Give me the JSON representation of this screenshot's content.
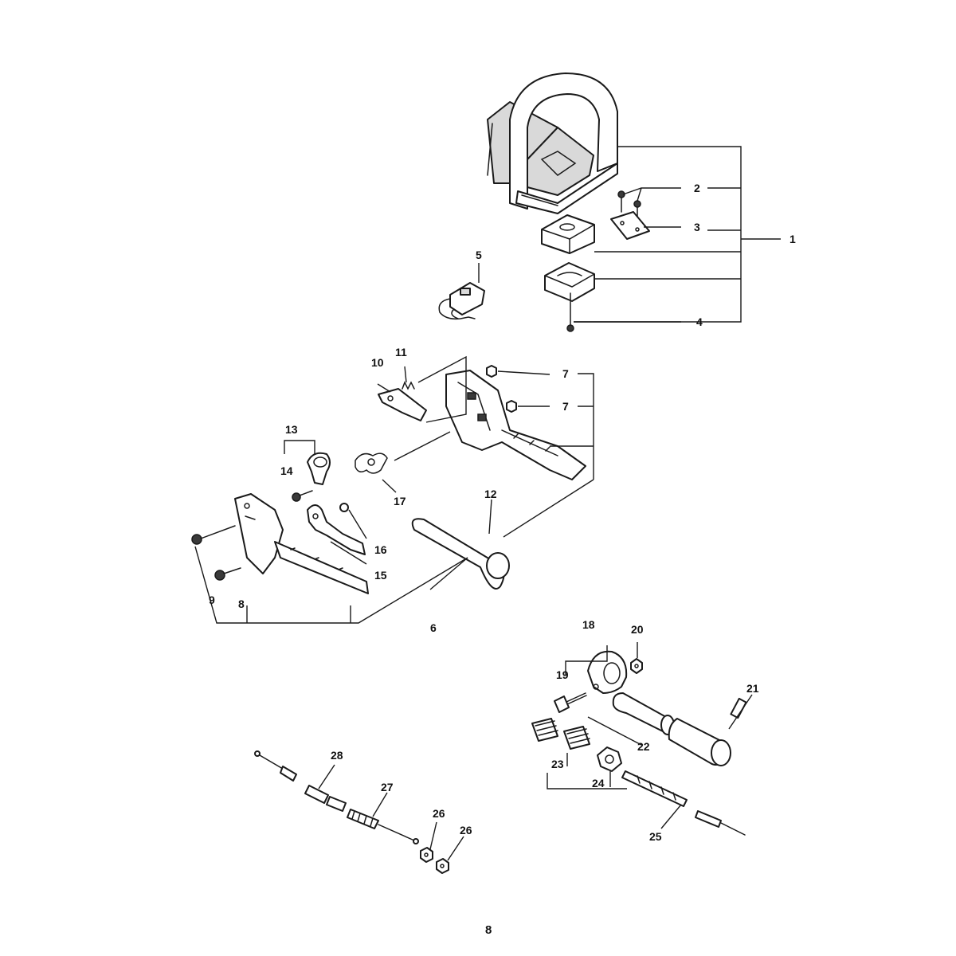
{
  "callouts": {
    "c1": "1",
    "c2": "2",
    "c3": "3",
    "c4": "4",
    "c5": "5",
    "c6": "6",
    "c7a": "7",
    "c7b": "7",
    "c8": "8",
    "c9": "9",
    "c10": "10",
    "c11": "11",
    "c12": "12",
    "c13": "13",
    "c14": "14",
    "c15": "15",
    "c16": "16",
    "c17": "17",
    "c18": "18",
    "c19": "19",
    "c20": "20",
    "c21": "21",
    "c22": "22",
    "c23": "23",
    "c24": "24",
    "c25": "25",
    "c26a": "26",
    "c26b": "26",
    "c27": "27",
    "c28": "28"
  },
  "page_number": "8",
  "colors": {
    "line": "#1a1a1a",
    "shade": "#d9d9d9",
    "background": "#ffffff"
  }
}
